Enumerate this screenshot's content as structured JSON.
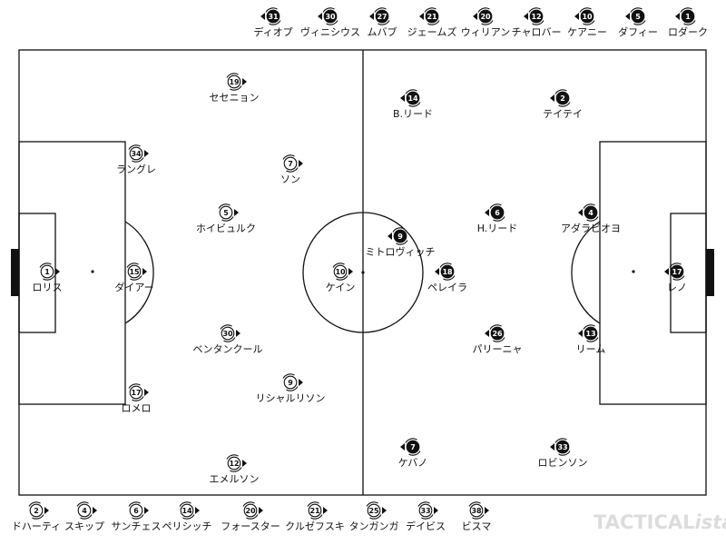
{
  "teams": {
    "home": {
      "color": "#ffffff",
      "starters": [
        {
          "number": "1",
          "name": "ロリス"
        },
        {
          "number": "15",
          "name": "ダイアー"
        },
        {
          "number": "34",
          "name": "ラングレ"
        },
        {
          "number": "17",
          "name": "ロメロ"
        },
        {
          "number": "5",
          "name": "ホイビュルク"
        },
        {
          "number": "30",
          "name": "ベンタンクール"
        },
        {
          "number": "19",
          "name": "セセニョン"
        },
        {
          "number": "12",
          "name": "エメルソン"
        },
        {
          "number": "7",
          "name": "ソン"
        },
        {
          "number": "9",
          "name": "リシャルリソン"
        },
        {
          "number": "10",
          "name": "ケイン"
        }
      ],
      "subs": [
        {
          "number": "2",
          "name": "ドハーティ"
        },
        {
          "number": "4",
          "name": "スキップ"
        },
        {
          "number": "6",
          "name": "サンチェス"
        },
        {
          "number": "14",
          "name": "ペリシッチ"
        },
        {
          "number": "20",
          "name": "フォースター"
        },
        {
          "number": "21",
          "name": "クルゼフスキ"
        },
        {
          "number": "25",
          "name": "タンガンガ"
        },
        {
          "number": "33",
          "name": "デイビス"
        },
        {
          "number": "38",
          "name": "ビスマ"
        }
      ]
    },
    "away": {
      "color": "#111111",
      "starters": [
        {
          "number": "17",
          "name": "レノ"
        },
        {
          "number": "4",
          "name": "アダラビオヨ"
        },
        {
          "number": "13",
          "name": "リーム"
        },
        {
          "number": "2",
          "name": "テイテイ"
        },
        {
          "number": "33",
          "name": "ロビンソン"
        },
        {
          "number": "6",
          "name": "H.リード"
        },
        {
          "number": "26",
          "name": "パリーニャ"
        },
        {
          "number": "14",
          "name": "B.リード"
        },
        {
          "number": "7",
          "name": "ケバノ"
        },
        {
          "number": "18",
          "name": "ペレイラ"
        },
        {
          "number": "9",
          "name": "ミトロヴィッチ"
        }
      ],
      "subs": [
        {
          "number": "31",
          "name": "ディオプ"
        },
        {
          "number": "30",
          "name": "ヴィニシウス"
        },
        {
          "number": "27",
          "name": "ムバブ"
        },
        {
          "number": "21",
          "name": "ジェームズ"
        },
        {
          "number": "20",
          "name": "ウィリアン"
        },
        {
          "number": "12",
          "name": "チャロバー"
        },
        {
          "number": "10",
          "name": "ケアニー"
        },
        {
          "number": "5",
          "name": "ダフィー"
        },
        {
          "number": "1",
          "name": "ロダーク"
        }
      ]
    }
  },
  "watermark": {
    "bold": "TACTICAL",
    "italic": "ista"
  },
  "colors": {
    "pitch_lines": "#111111",
    "background": "#ffffff",
    "watermark": "#dcdcdc"
  }
}
